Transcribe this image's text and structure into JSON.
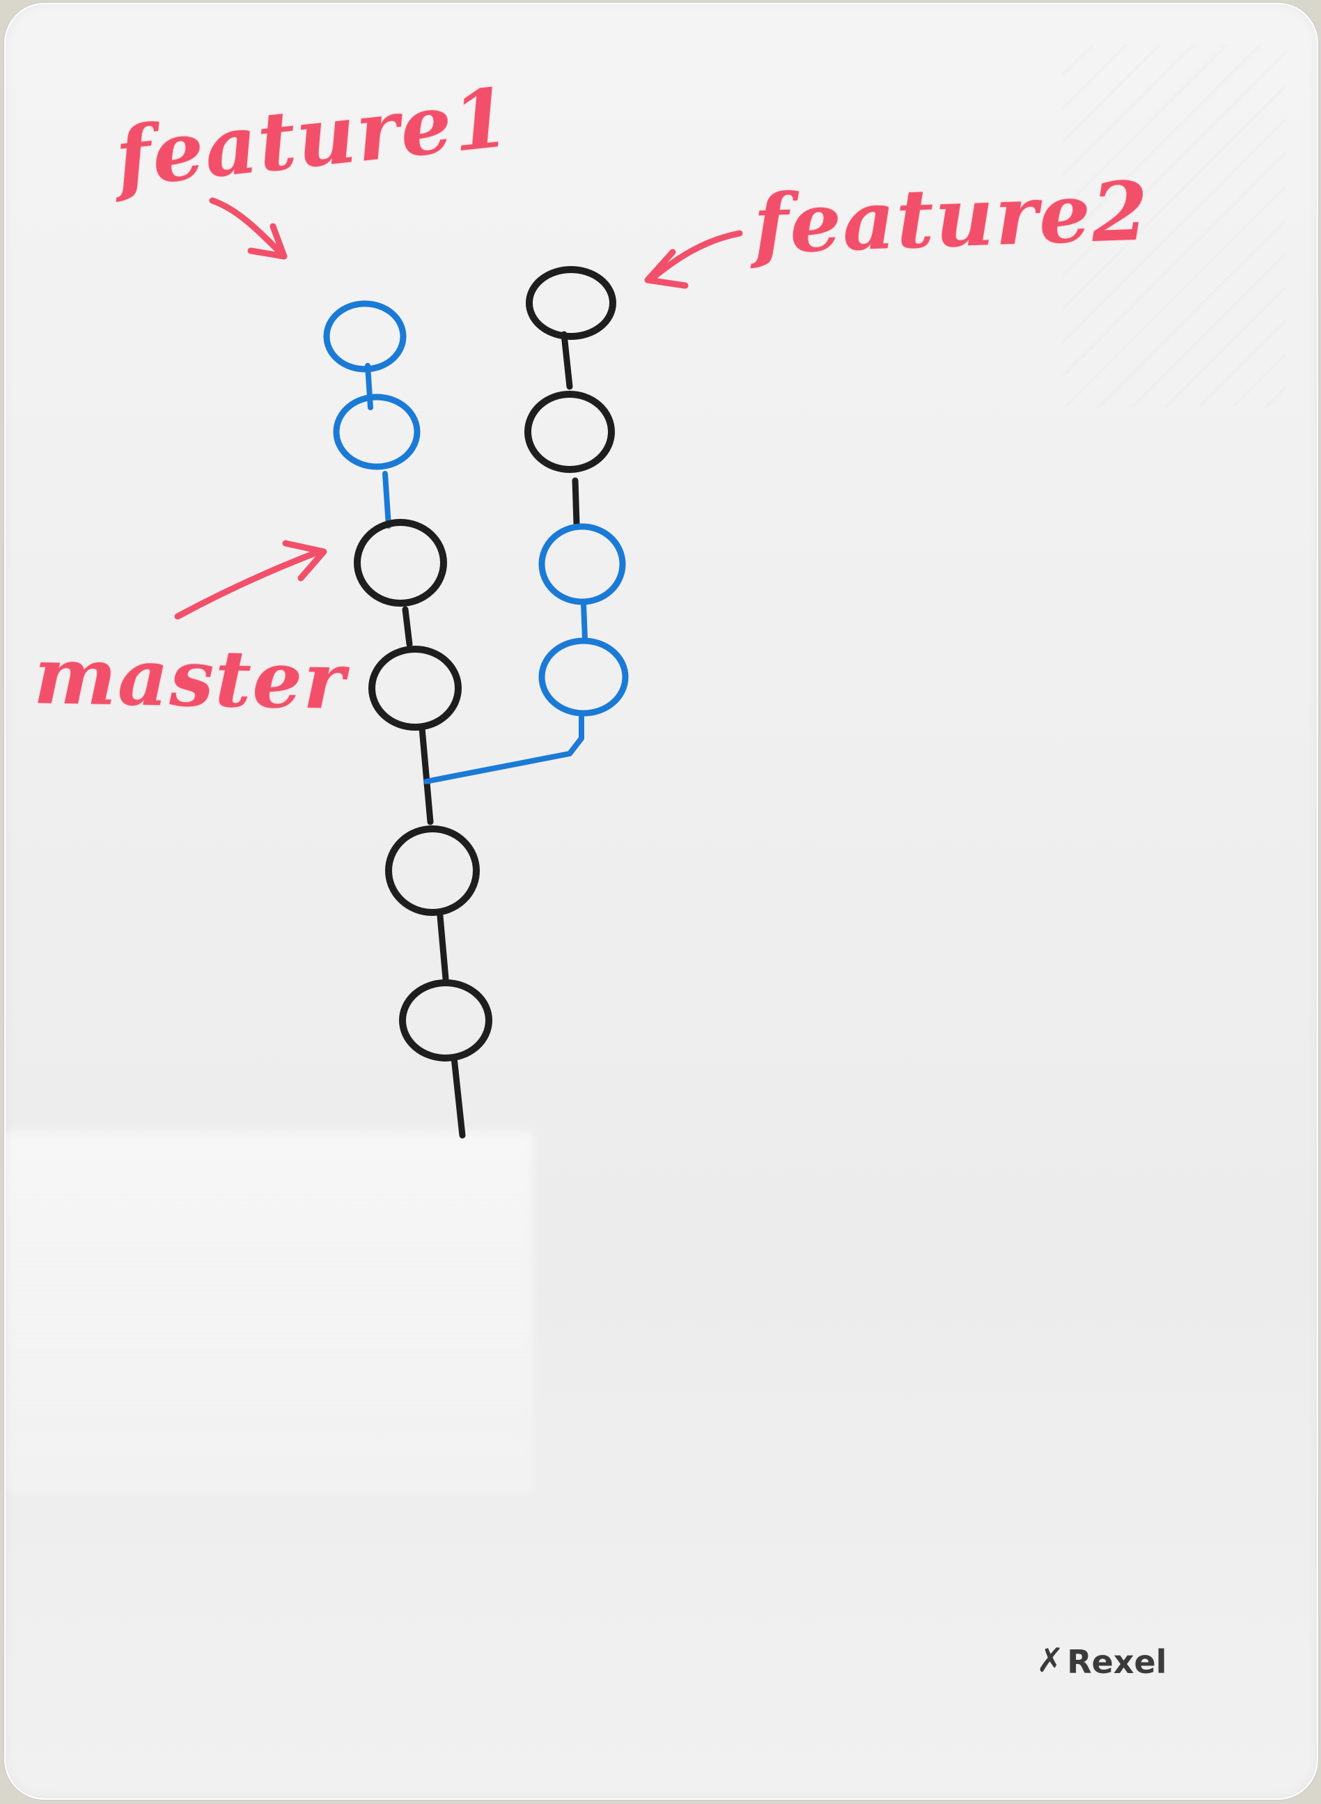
{
  "labels": {
    "feature1": "feature1",
    "feature2": "feature2",
    "master": "master"
  },
  "brand": {
    "name": "Rexel",
    "icon": "rexel-logo-icon"
  },
  "colors": {
    "ink_red": "#f2506a",
    "ink_black": "#1e1e1e",
    "ink_blue": "#1a7ad6",
    "board": "#f0f0f0"
  }
}
